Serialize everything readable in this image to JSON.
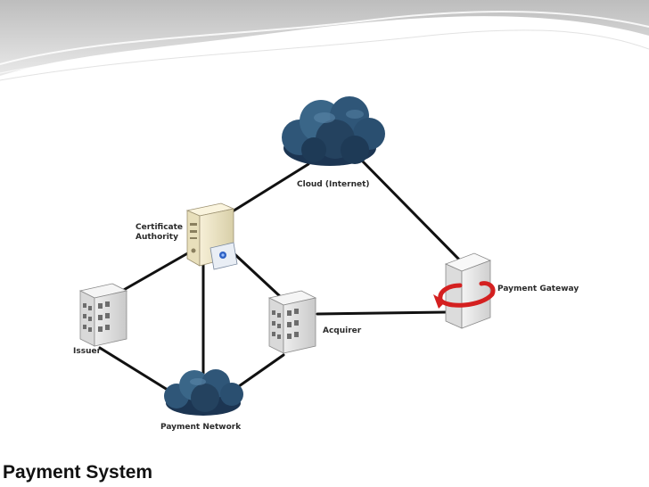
{
  "slide": {
    "title": "Payment System"
  },
  "diagram": {
    "nodes": {
      "cloud": {
        "label": "Cloud (Internet)",
        "icon": "cloud-icon"
      },
      "certificate_authority": {
        "label_line1": "Certificate",
        "label_line2": "Authority",
        "icon": "server-icon"
      },
      "issuer": {
        "label": "Issuer",
        "icon": "building-icon"
      },
      "acquirer": {
        "label": "Acquirer",
        "icon": "building-icon"
      },
      "payment_gateway": {
        "label": "Payment Gateway",
        "icon": "server-refresh-icon"
      },
      "payment_network": {
        "label": "Payment Network",
        "icon": "cloud-icon"
      }
    },
    "connections": [
      [
        "cloud",
        "certificate_authority"
      ],
      [
        "cloud",
        "payment_gateway"
      ],
      [
        "certificate_authority",
        "issuer"
      ],
      [
        "certificate_authority",
        "acquirer"
      ],
      [
        "certificate_authority",
        "payment_network"
      ],
      [
        "acquirer",
        "payment_gateway"
      ],
      [
        "issuer",
        "payment_network"
      ],
      [
        "acquirer",
        "payment_network"
      ]
    ],
    "colors": {
      "cloud": "#2f5678",
      "cloud_dark": "#1c3552",
      "connector": "#111111",
      "arrow": "#d42020",
      "server": "#f2e9c6",
      "building": "#e3e3e3"
    }
  }
}
